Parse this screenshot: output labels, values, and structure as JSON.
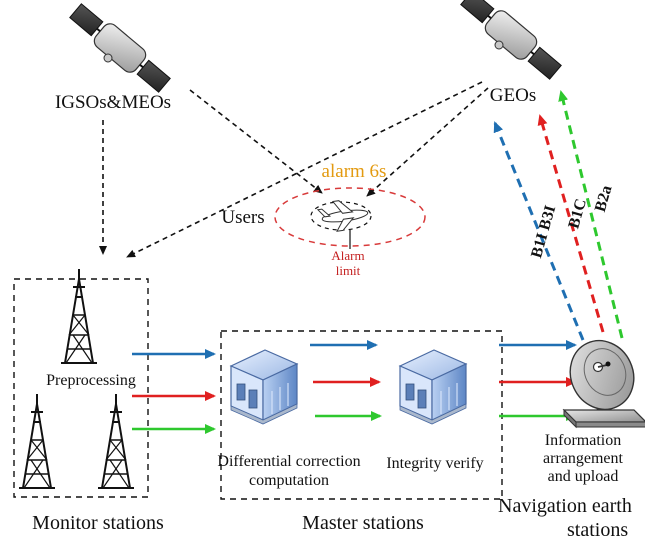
{
  "labels": {
    "igso_meo": "IGSOs&MEOs",
    "geo": "GEOs",
    "alarm_time": "alarm 6s",
    "users": "Users",
    "alarm_limit_line1": "Alarm",
    "alarm_limit_line2": "limit",
    "preprocessing": "Preprocessing",
    "differential_line1": "Differential correction",
    "differential_line2": "computation",
    "integrity_verify": "Integrity verify",
    "info_line1": "Information",
    "info_line2": "arrangement",
    "info_line3": "and upload",
    "monitor_stations": "Monitor stations",
    "master_stations": "Master stations",
    "nav_line1": "Navigation earth",
    "nav_line2": "stations"
  },
  "signals": {
    "blue": "B1I B3I",
    "red": "B1C",
    "green": "B2a"
  },
  "colors": {
    "blue": "#1f6fb2",
    "red": "#e02020",
    "green": "#2ec82e",
    "alarm_text": "#e39a10",
    "alarm_limit": "#c42020",
    "ellipse_outer": "#d83a3a",
    "dashed_black": "#111111"
  }
}
